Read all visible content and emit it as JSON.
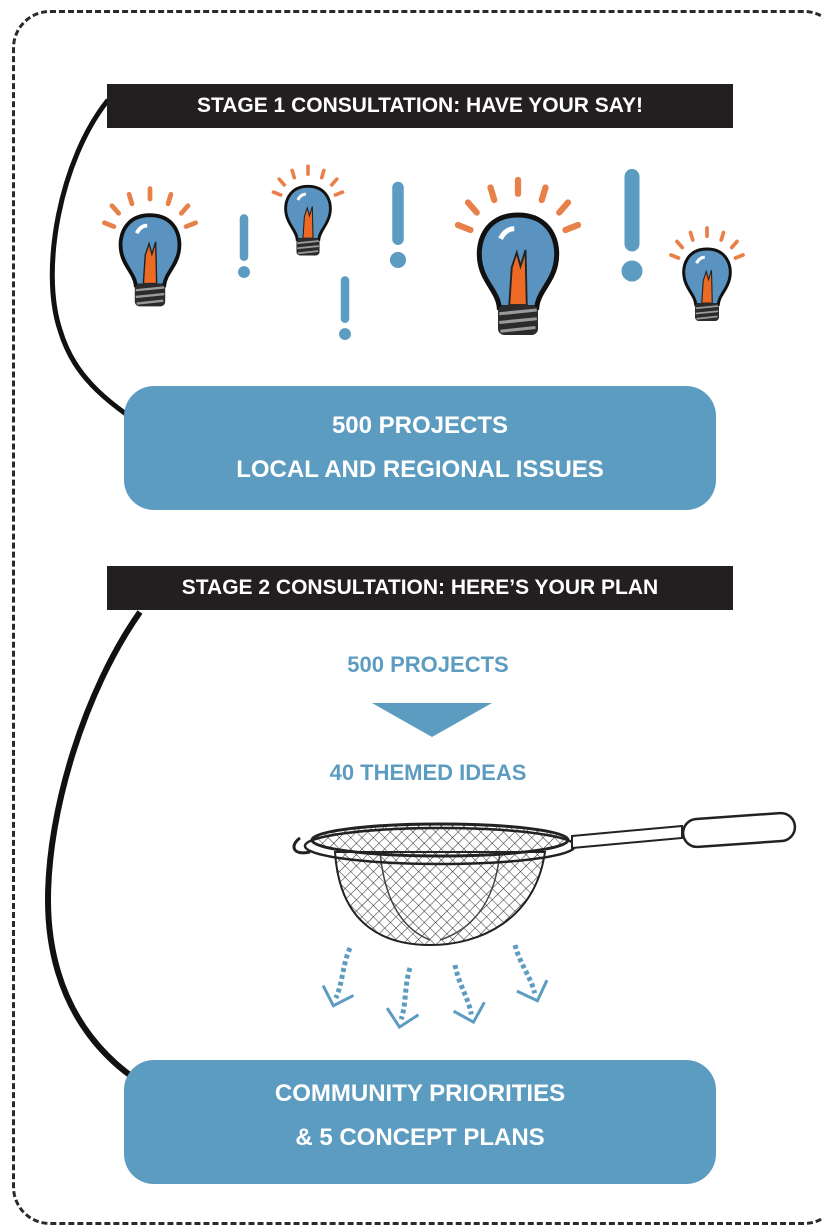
{
  "stage1": {
    "banner": "STAGE 1 CONSULTATION: HAVE YOUR SAY!",
    "box_line1": "500 PROJECTS",
    "box_line2": "LOCAL AND REGIONAL ISSUES"
  },
  "stage2": {
    "banner": "STAGE 2 CONSULTATION: HERE’S YOUR PLAN",
    "projects": "500 PROJECTS",
    "themed": "40 THEMED IDEAS",
    "box_line1": "COMMUNITY PRIORITIES",
    "box_line2": "& 5 CONCEPT PLANS"
  },
  "colors": {
    "accent_blue": "#5d9cc1",
    "banner_black": "#231f20",
    "ray_orange": "#e8804a",
    "bulb_blue": "#5b93c0",
    "filament_orange": "#ec6a24"
  },
  "icons": [
    "lightbulb-icon",
    "exclamation-icon",
    "sieve-icon",
    "down-arrow-icon",
    "curved-arrow-icon"
  ]
}
